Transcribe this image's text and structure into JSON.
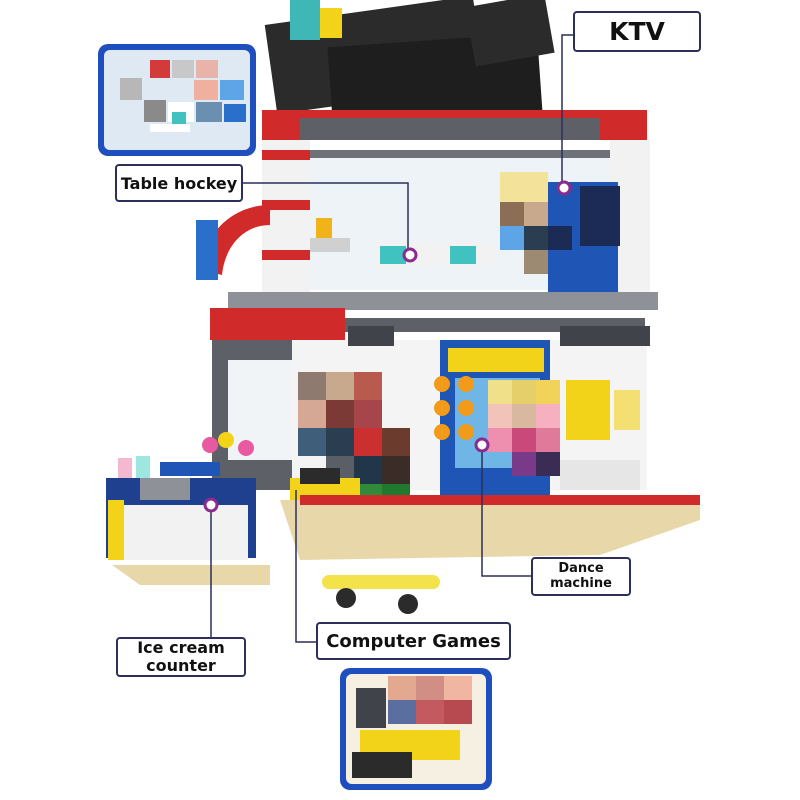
{
  "labels": {
    "ktv": "KTV",
    "table_hockey": "Table hockey",
    "dance_machine_line1": "Dance",
    "dance_machine_line2": "machine",
    "ice_cream_line1": "Ice cream",
    "ice_cream_line2": "counter",
    "computer_games": "Computer Games"
  },
  "colors": {
    "callout_border": "#2b2f5a",
    "leader_line": "#2b2f5a",
    "marker_ring": "#8a2b8f",
    "inset_frame": "#1f4fbf",
    "brick_red": "#d02a2a",
    "brick_white": "#f2f2f2",
    "brick_gray": "#5d6066",
    "brick_dark": "#2b2b2b",
    "brick_blue": "#1f55b5",
    "brick_yellow": "#f3d21a",
    "baseplate_tan": "#e8d7a8"
  }
}
